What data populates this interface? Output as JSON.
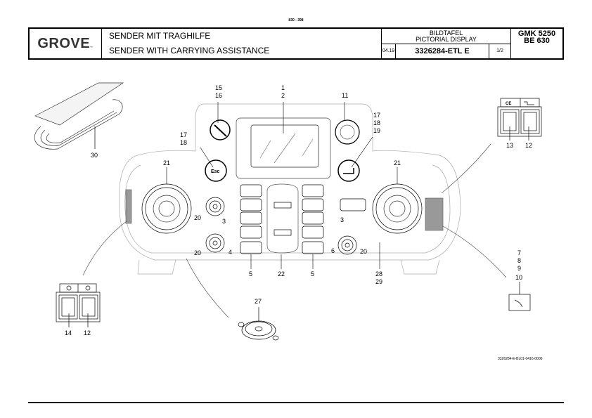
{
  "page_ref": "830 - 398",
  "header": {
    "logo": "GROVE",
    "logo_mark": "™",
    "title_de": "SENDER MIT TRAGHILFE",
    "title_en": "SENDER WITH CARRYING ASSISTANCE",
    "display_de": "BILDTAFEL",
    "display_en": "PICTORIAL DISPLAY",
    "date": "04.19",
    "doc_number": "3326284-ETL E",
    "sheet": "1/2",
    "model_line1": "GMK 5250",
    "model_line2": "BE 630"
  },
  "callouts": {
    "c1_2": [
      "1",
      "2"
    ],
    "c15_16": [
      "15",
      "16"
    ],
    "c11": "11",
    "c17_19": [
      "17",
      "18",
      "19"
    ],
    "c17_18": [
      "17",
      "18"
    ],
    "c21_left": "21",
    "c21_right": "21",
    "c20_a": "20",
    "c20_b": "20",
    "c20_c": "20",
    "c3_left": "3",
    "c3_right": "3",
    "c4": "4",
    "c5_left": "5",
    "c5_right": "5",
    "c6": "6",
    "c22": "22",
    "c28_29": [
      "28",
      "29"
    ],
    "c30": "30",
    "c13": "13",
    "c12_top": "12",
    "c14": "14",
    "c12_bottom": "12",
    "c7_10": [
      "7",
      "8",
      "9",
      "10"
    ],
    "c27": "27"
  },
  "panel_labels": {
    "esc": "Esc",
    "ce": "CE"
  },
  "drawing_reference": "3326284-E-BL01-0416-0000"
}
